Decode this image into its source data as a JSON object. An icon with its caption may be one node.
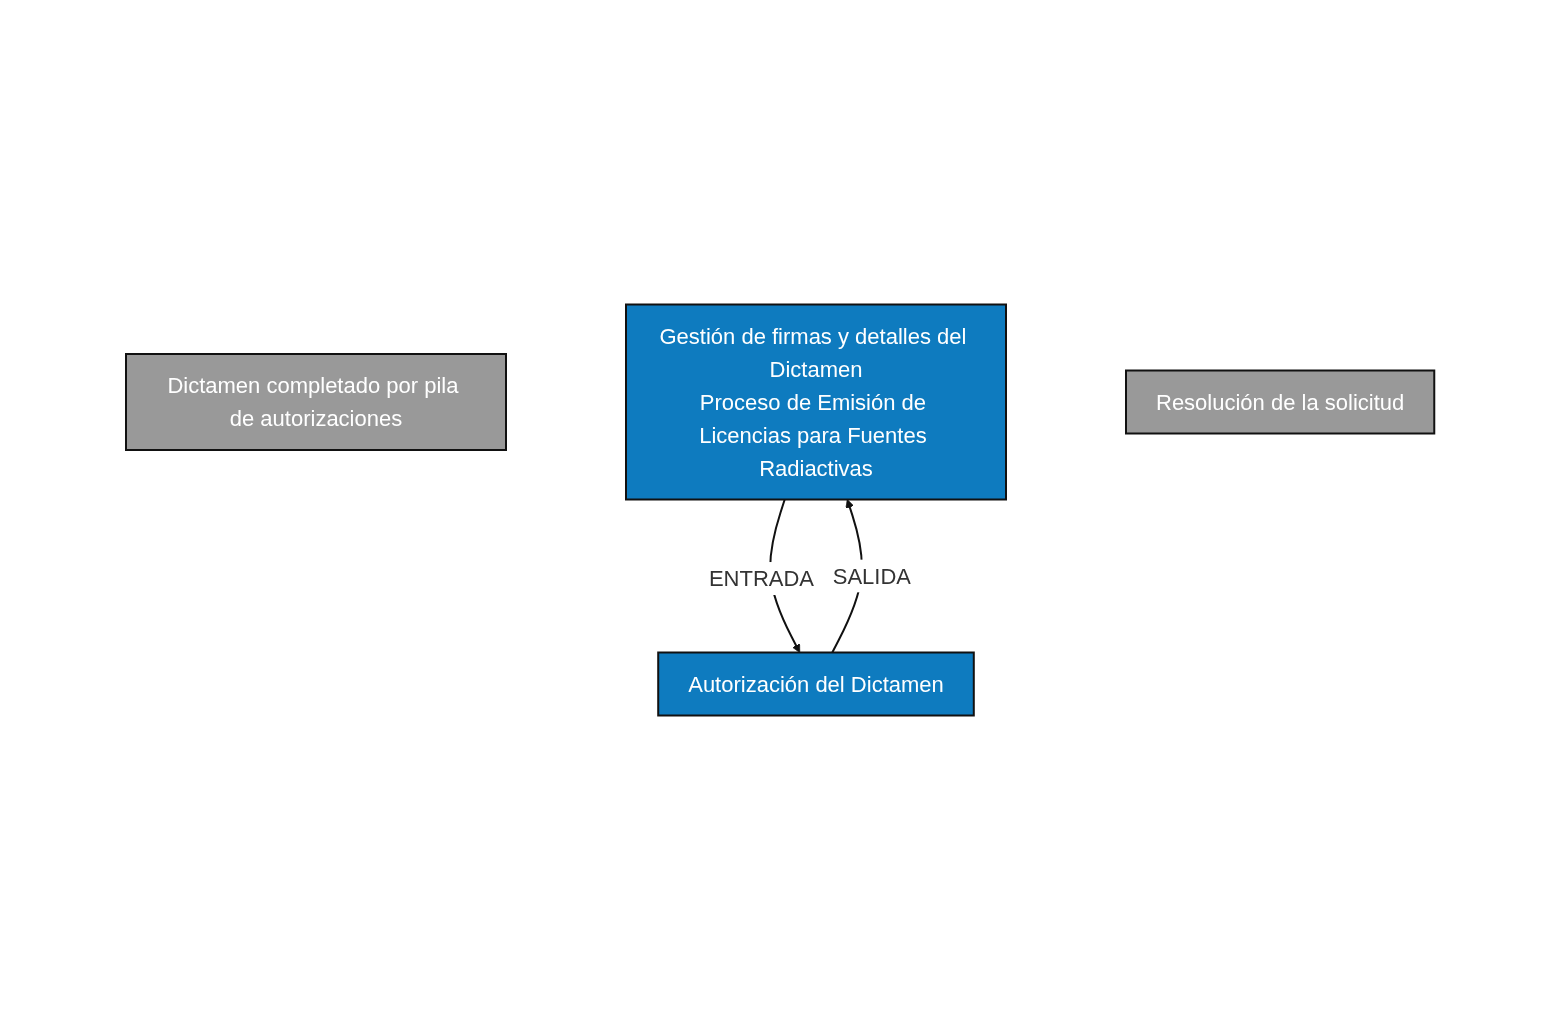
{
  "diagram": {
    "nodes": [
      {
        "text": [
          "Dictamen completado por pila de autorizaciones"
        ]
      },
      {
        "text": [
          "Gestión de firmas y detalles del Dictamen",
          "Proceso de Emisión de Licencias para Fuentes Radiactivas"
        ]
      },
      {
        "text": [
          "Autorización del Dictamen"
        ]
      },
      {
        "text": [
          "Resolución de la solicitud"
        ]
      }
    ],
    "edges": [
      {
        "from": 1,
        "to": 2,
        "arrow": "to",
        "label": "ENTRADA"
      },
      {
        "from": 2,
        "to": 1,
        "arrow": "to",
        "label": "SALIDA"
      }
    ]
  }
}
